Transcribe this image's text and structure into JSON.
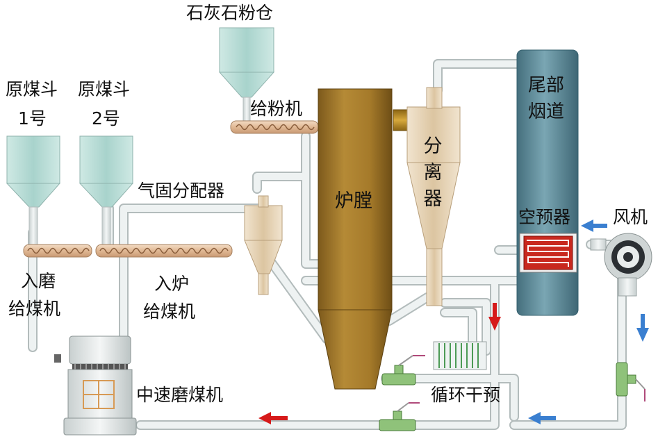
{
  "labels": {
    "limestone_bin": "石灰石粉仓",
    "coal_hopper_1_title": "原煤斗",
    "coal_hopper_1_num": "1号",
    "coal_hopper_2_title": "原煤斗",
    "coal_hopper_2_num": "2号",
    "powder_feeder": "给粉机",
    "gas_solid_distributor": "气固分配器",
    "mill_feeder_line1": "入磨",
    "mill_feeder_line2": "给煤机",
    "furnace_feeder_line1": "入炉",
    "furnace_feeder_line2": "给煤机",
    "furnace": "炉膛",
    "separator_chars": [
      "分",
      "离",
      "器"
    ],
    "flue_line1": "尾部",
    "flue_line2": "烟道",
    "air_preheater": "空预器",
    "fan": "风机",
    "mill": "中速磨煤机",
    "loop_predry": "循环干预"
  },
  "colors": {
    "hopper_fill": "#b9dcd6",
    "pipe": "#e6ecec",
    "pipe_edge": "#b3bcbc",
    "furnace": "#a57a2a",
    "separator": "#e6d4b8",
    "flue": "#5e8c9a",
    "preheater": "#c8281e",
    "valve_green": "#8fc27a",
    "arrow_red": "#d61a1a",
    "arrow_blue": "#3a7fd0"
  }
}
